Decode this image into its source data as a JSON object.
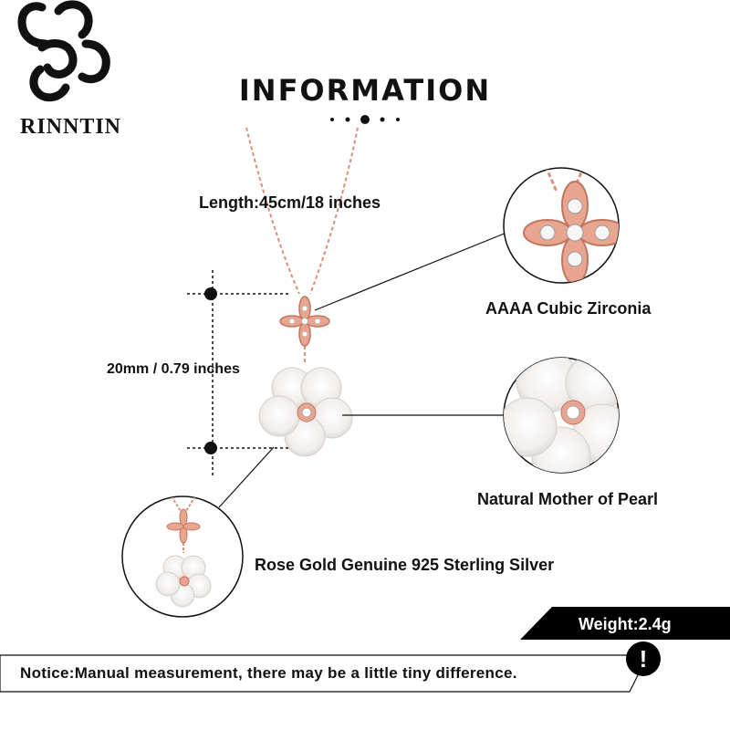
{
  "brand": {
    "name": "RINNTIN",
    "logo_icon": "clover-knot-logo"
  },
  "header": {
    "title": "INFORMATION",
    "pager": {
      "count": 5,
      "active": 3
    }
  },
  "specs": {
    "length": "Length:45cm/18 inches",
    "pendant_size": "20mm / 0.79 inches",
    "stone": "AAAA Cubic Zirconia",
    "pearl": "Natural Mother of Pearl",
    "material": "Rose Gold Genuine 925 Sterling Silver",
    "weight": "Weight:2.4g"
  },
  "notice": {
    "text": "Notice:Manual measurement, there may be a little tiny difference.",
    "icon": "exclamation-icon",
    "mark": "!"
  },
  "colors": {
    "rose_gold": "#d9907a",
    "pearl": "#f3f0ee",
    "text": "#111111",
    "banner": "#000000"
  }
}
